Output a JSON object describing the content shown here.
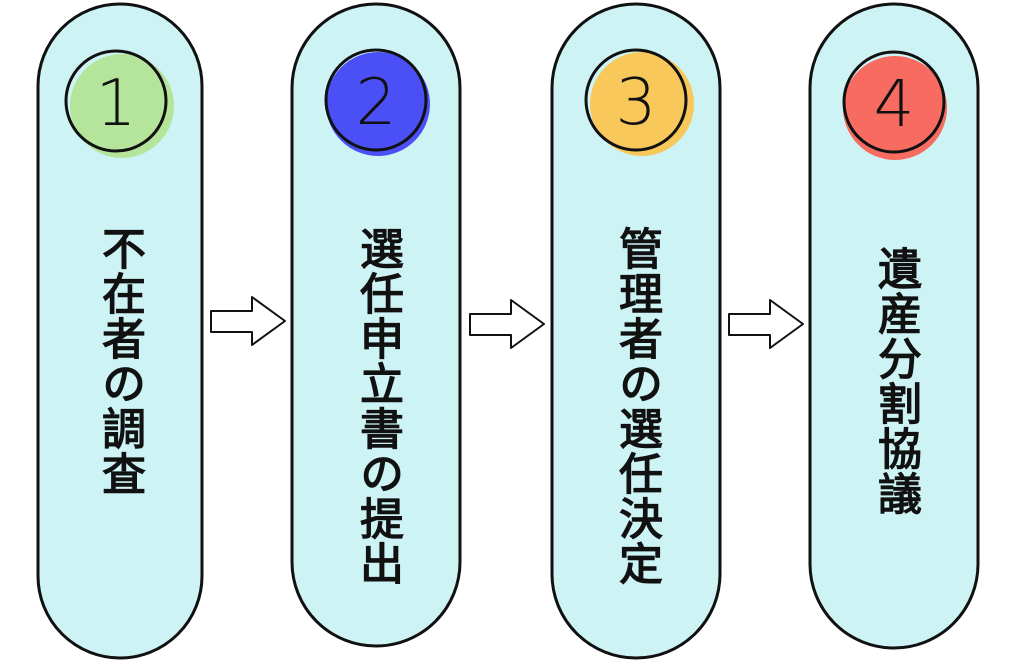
{
  "steps": [
    {
      "number": "1",
      "label": "不在者の調査",
      "color": "#b5e49b"
    },
    {
      "number": "2",
      "label": "選任申立書の提出",
      "color": "#4a50f5"
    },
    {
      "number": "3",
      "label": "管理者の選任決定",
      "color": "#f9c85a"
    },
    {
      "number": "4",
      "label": "遺産分割協議",
      "color": "#f76b60"
    }
  ],
  "pill_fill": "#cdf3f5"
}
